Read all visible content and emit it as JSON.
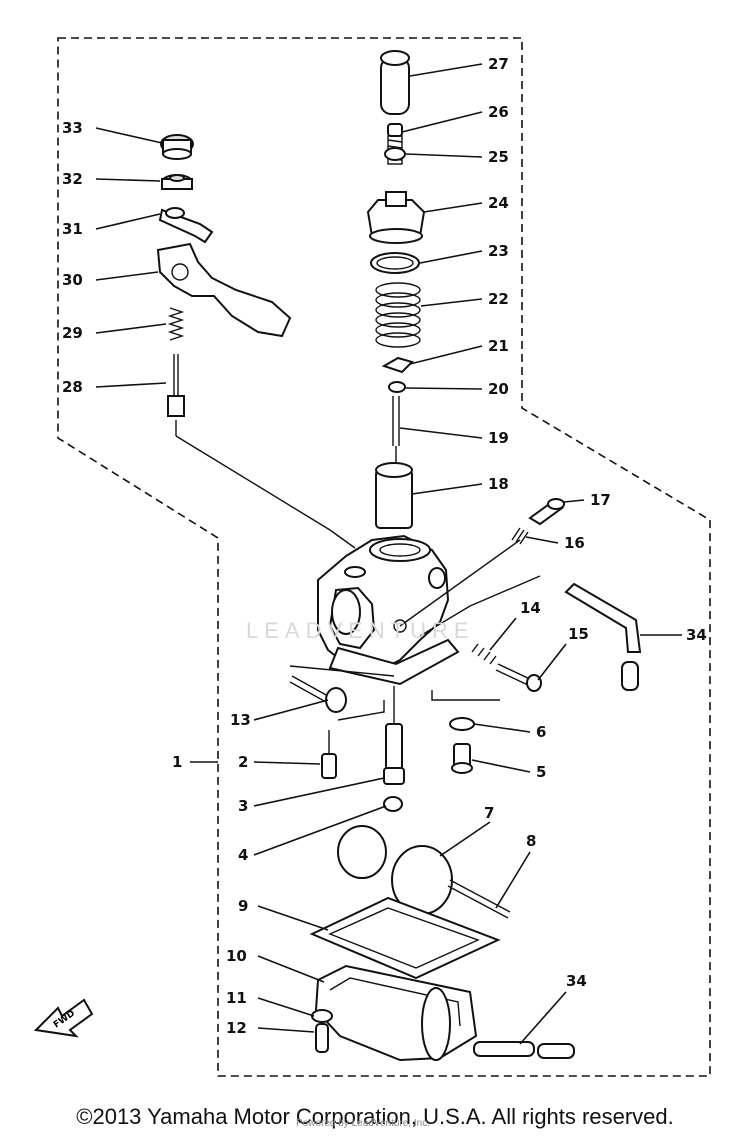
{
  "labels": {
    "n1": "1",
    "n2": "2",
    "n3": "3",
    "n4": "4",
    "n5": "5",
    "n6": "6",
    "n7": "7",
    "n8": "8",
    "n9": "9",
    "n10": "10",
    "n11": "11",
    "n12": "12",
    "n13": "13",
    "n14": "14",
    "n15": "15",
    "n16": "16",
    "n17": "17",
    "n18": "18",
    "n19": "19",
    "n20": "20",
    "n21": "21",
    "n22": "22",
    "n23": "23",
    "n24": "24",
    "n25": "25",
    "n26": "26",
    "n27": "27",
    "n28": "28",
    "n29": "29",
    "n30": "30",
    "n31": "31",
    "n32": "32",
    "n33": "33",
    "n34a": "34",
    "n34b": "34"
  },
  "fwd_label": "FWD",
  "watermark": "LEADVENTURE",
  "watermark_small": "Powered by LeadVenture, Inc.",
  "copyright": "©2013 Yamaha Motor Corporation, U.S.A. All rights reserved."
}
